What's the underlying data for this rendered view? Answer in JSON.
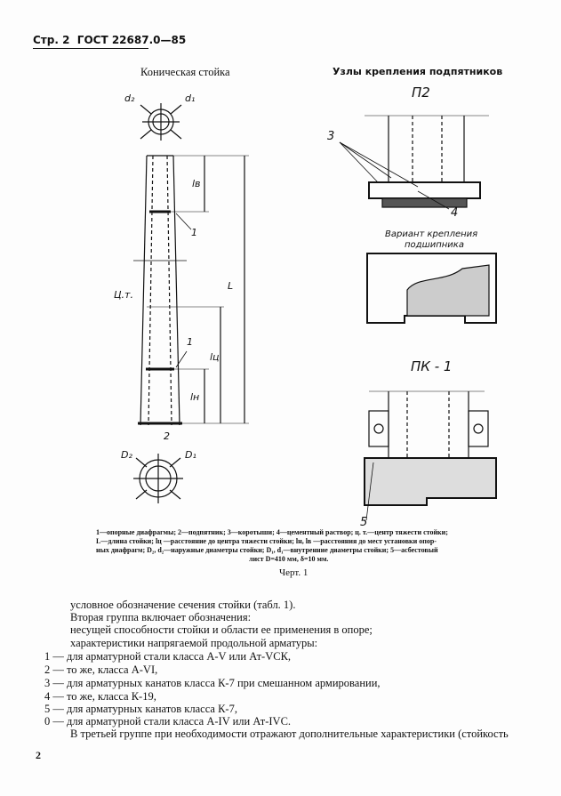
{
  "header": {
    "page": "Стр. 2",
    "standard": "ГОСТ 22687.0—85"
  },
  "figure": {
    "left_title": "Коническая стойка",
    "right_title": "Узлы крепления подпятников",
    "labels": {
      "d2": "d₂",
      "d1": "d₁",
      "lv": "lв",
      "L": "L",
      "n1a": "1",
      "ct": "Ц.т.",
      "lc": "lц",
      "n1b": "1",
      "ln": "lн",
      "n2": "2",
      "D2": "D₂",
      "D1": "D₁",
      "p2": "П2",
      "n3": "3",
      "n4": "4",
      "variant": "Вариант крепления",
      "variant2": "подшипника",
      "pk1": "ПК - 1",
      "n5": "5"
    },
    "caption": [
      "1—опорные диафрагмы;  2—подпятник;  3—коротыши;  4—цементный  раствор;  ц. т.—центр  тяжести  стойки;",
      "L—длина  стойки;  lц —расстояние  до  центра   тяжести  стойки;  lн,  lв —расстояния  до  мест  установки  опор-",
      "ных  диафрагм;  D₂,  d₂—наружные  диаметры   стойки;  D₁,  d₁—внутренние  диаметры  стойки;   5—асбестовый",
      "лист  D=410 мм,  δ=10 мм."
    ],
    "number": "Черт. 1"
  },
  "text": [
    {
      "t": "условное обозначение сечения стойки (табл. 1).",
      "indent": true
    },
    {
      "t": "Вторая группа включает обозначения:",
      "indent": true
    },
    {
      "t": "несущей способности стойки и области  ее  применения в опоре;",
      "indent": true
    },
    {
      "t": "характеристики   напрягаемой   продольной   арматуры:",
      "indent": true
    },
    {
      "t": "1 — для арматурной стали класса А-V или Ат-VСК,",
      "indent": false
    },
    {
      "t": "2 — то же, класса А-VI,",
      "indent": false
    },
    {
      "t": "3 — для арматурных канатов класса К-7 при смешанном  армировании,",
      "indent": false
    },
    {
      "t": "4 — то же, класса К-19,",
      "indent": false
    },
    {
      "t": "5 — для арматурных канатов класса К-7,",
      "indent": false
    },
    {
      "t": "0 — для арматурной стали класса А-IV или Ат-IVС.",
      "indent": false
    },
    {
      "t": "В третьей группе при необходимости отражают дополнительные    характеристики     (стойкость",
      "indent": true
    }
  ],
  "footer": {
    "page_number": "2"
  }
}
